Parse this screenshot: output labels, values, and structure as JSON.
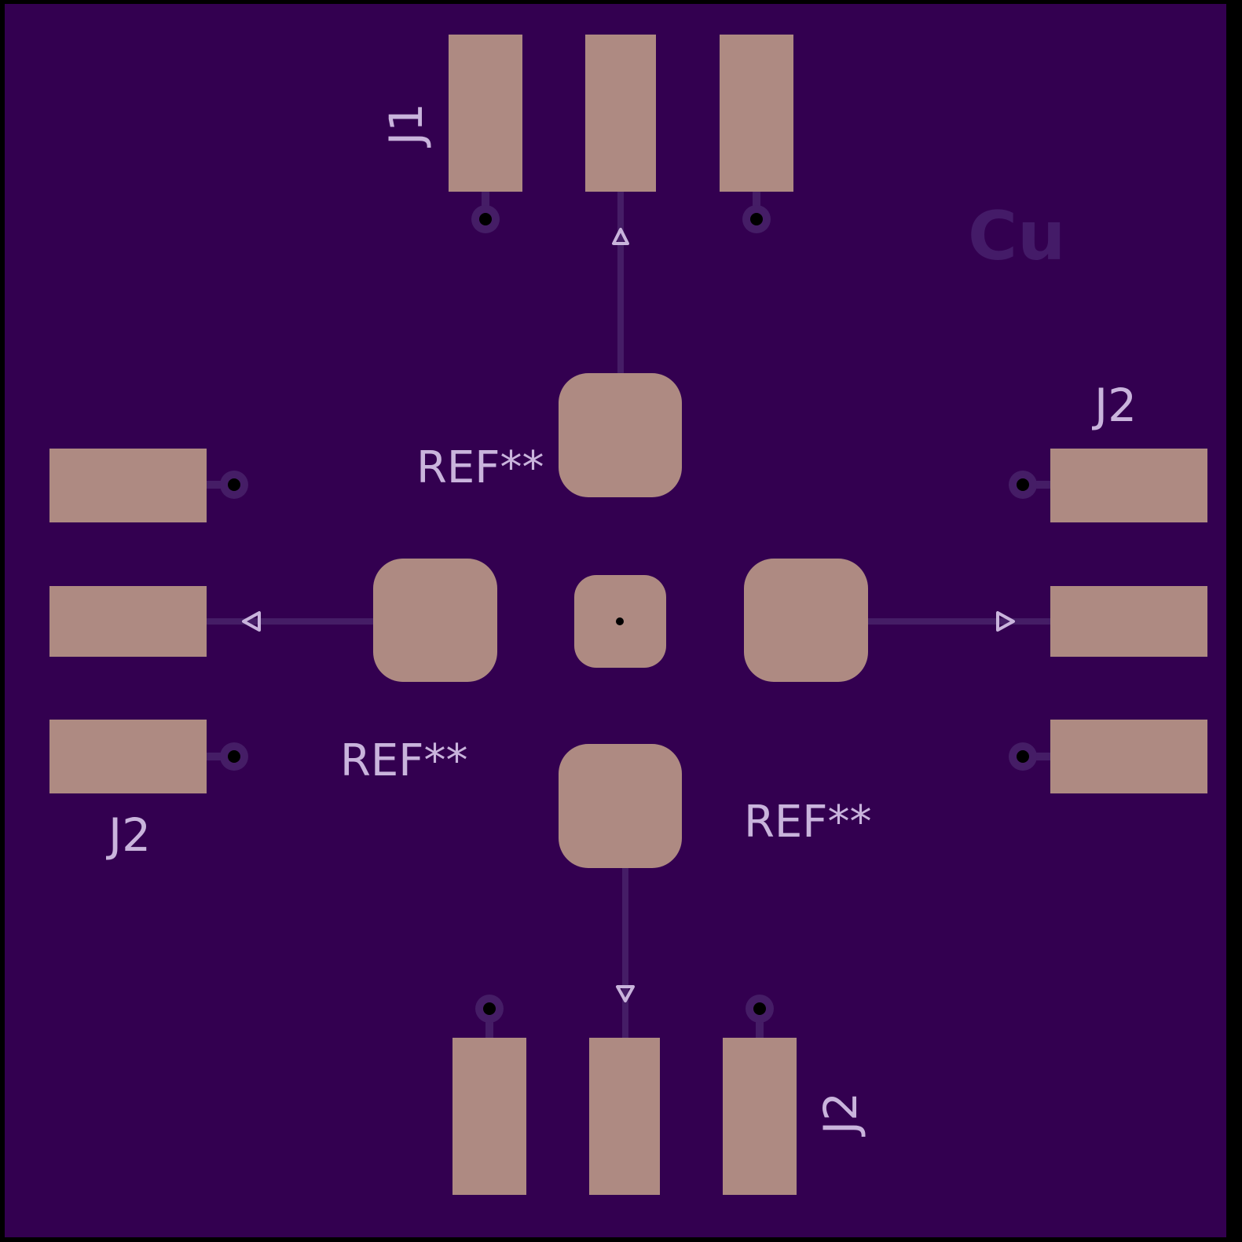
{
  "board": {
    "background_color": "#000000",
    "substrate_color": "#330050",
    "pad_color": "#ae8a82",
    "trace_color": "#451d66",
    "silk_color": "#c9b4dc",
    "drill_color": "#000000",
    "copper_text_color": "#441b68"
  },
  "labels": {
    "copper_layer": "Cu",
    "j1": "J1",
    "j2_right": "J2",
    "j2_left": "J2",
    "j2_bottom": "J2",
    "ref_top": "REF**",
    "ref_left": "REF**",
    "ref_right": "REF**"
  },
  "connectors": [
    {
      "name": "J1",
      "side": "top",
      "pads": 3
    },
    {
      "name": "J2",
      "side": "right",
      "pads": 3
    },
    {
      "name": "J2",
      "side": "left",
      "pads": 3
    },
    {
      "name": "J2",
      "side": "bottom",
      "pads": 3
    }
  ],
  "center_pads": [
    "top",
    "left",
    "center",
    "right",
    "bottom"
  ]
}
